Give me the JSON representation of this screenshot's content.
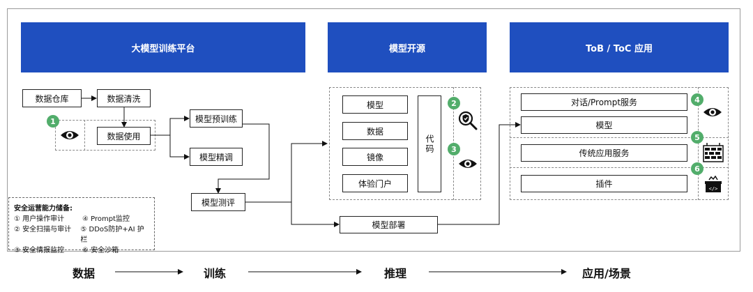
{
  "headers": {
    "training": "大模型训练平台",
    "opensource": "模型开源",
    "apps": "ToB / ToC 应用"
  },
  "training": {
    "warehouse": "数据仓库",
    "cleaning": "数据清洗",
    "usage": "数据使用",
    "pretrain": "模型预训练",
    "finetune": "模型精调",
    "evaluate": "模型测评"
  },
  "opensource": {
    "model": "模型",
    "data": "数据",
    "image": "镜像",
    "portal": "体验门户",
    "code": "代码"
  },
  "deploy": "模型部署",
  "apps": {
    "chat": "对话/Prompt服务",
    "model": "模型",
    "traditional": "传统应用服务",
    "plugin": "插件"
  },
  "badges": [
    "1",
    "2",
    "3",
    "4",
    "5",
    "6"
  ],
  "icons": {
    "b1": "eye-icon",
    "b2": "shield-search-icon",
    "b3": "eye-icon",
    "b4": "eye-icon",
    "b5": "firewall-icon",
    "b6": "sandbox-icon"
  },
  "legend": {
    "title": "安全运营能力储备:",
    "items": [
      "① 用户操作审计",
      "④ Prompt监控",
      "② 安全扫描与审计",
      "⑤ DDoS防护+AI 护栏",
      "③ 安全情报监控",
      "⑥ 安全沙箱"
    ]
  },
  "flow": [
    "数据",
    "训练",
    "推理",
    "应用/场景"
  ],
  "colors": {
    "header_blue": "#1f4fbf",
    "badge_green": "#52ad6b"
  }
}
